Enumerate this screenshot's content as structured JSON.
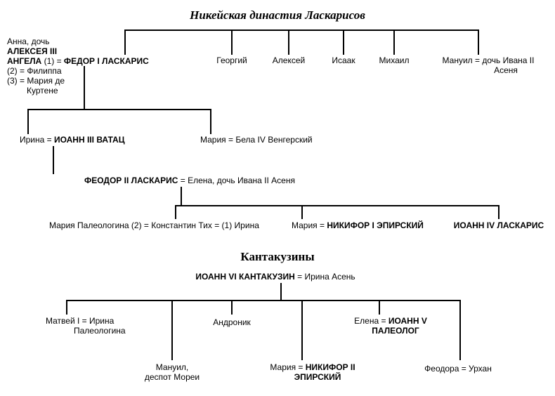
{
  "meta": {
    "background": "#ffffff",
    "line_color": "#000000",
    "text_color": "#000000"
  },
  "laskaris_tree": {
    "title": "Никейская династия Ласкарисов",
    "anna": {
      "l1": "Анна, дочь",
      "l2": "АЛЕКСЕЯ III",
      "l3a": "АНГЕЛА",
      "l3b": " (1) = ",
      "l3c": "ФЕДОР I ЛАСКАРИС",
      "l4": "(2) = Филиппа",
      "l5": "(3) = Мария де",
      "l6": "Куртене"
    },
    "georgy": "Георгий",
    "aleksey": "Алексей",
    "isaak": "Исаак",
    "mikhail": "Михаил",
    "manuil_l1": "Мануил = дочь Ивана II",
    "manuil_l2": "Асеня",
    "irina_a": "Ирина = ",
    "irina_b": "ИОАНН III ВАТАЦ",
    "maria_bela": "Мария = Бела IV Венгерский",
    "feodor2_a": "ФЕОДОР II ЛАСКАРИС",
    "feodor2_b": " = Елена, дочь Ивана II Асеня",
    "maria_konstantin": "Мария Палеологина (2) = Константин Тих = (1) Ирина",
    "maria_nikifor_a": "Мария = ",
    "maria_nikifor_b": "НИКИФОР I ЭПИРСКИЙ",
    "ioann4": "ИОАНН IV ЛАСКАРИС"
  },
  "kantakuzin_tree": {
    "title": "Кантакузины",
    "ioann6_a": "ИОАНН VI КАНТАКУЗИН",
    "ioann6_b": " = Ирина Асень",
    "matvey_l1": "Матвей I = Ирина",
    "matvey_l2": "Палеологина",
    "manuil_l1": "Мануил,",
    "manuil_l2": "деспот Мореи",
    "andronik": "Андроник",
    "maria_a": "Мария = ",
    "maria_b": "НИКИФОР II",
    "maria_l2": "ЭПИРСКИЙ",
    "elena_a": "Елена = ",
    "elena_b": "ИОАНН V",
    "elena_l2": "ПАЛЕОЛОГ",
    "feodora": "Феодора = Урхан"
  }
}
